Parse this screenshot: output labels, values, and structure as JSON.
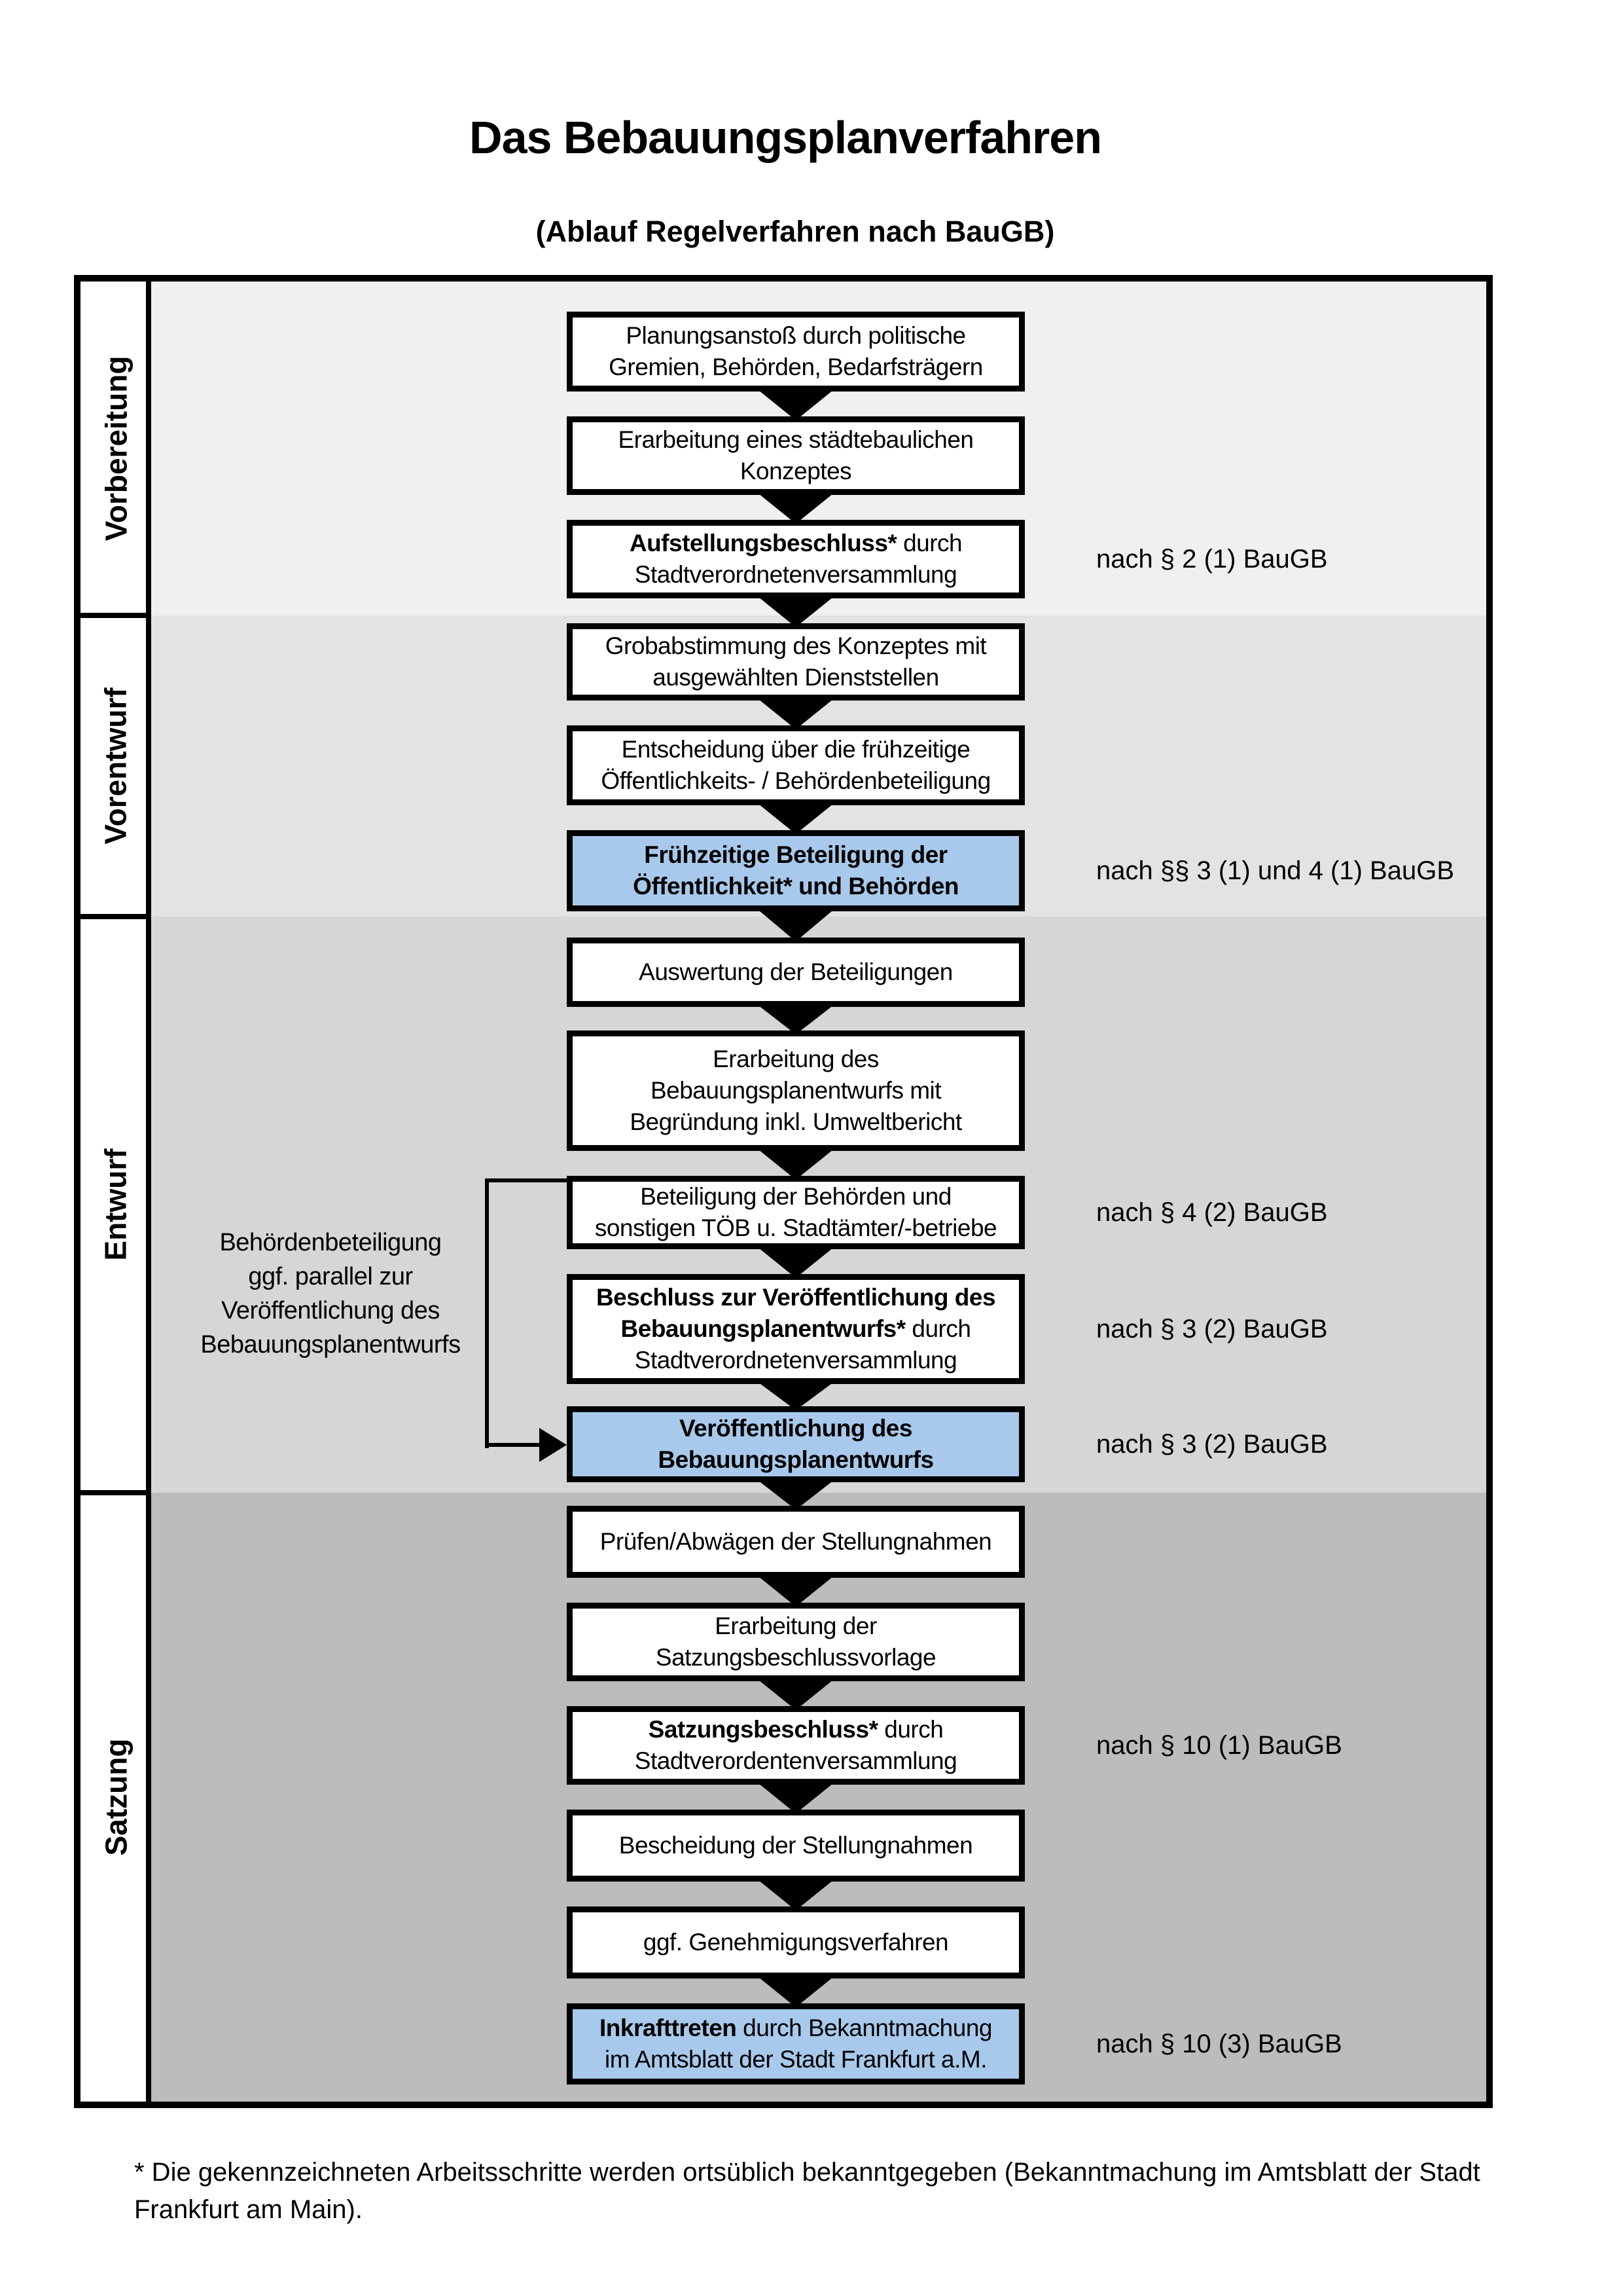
{
  "title": "Das Bebauungsplanverfahren",
  "subtitle": "(Ablauf Regelverfahren nach BauGB)",
  "colors": {
    "highlight_box": "#a8c9eb",
    "box_background": "#ffffff",
    "box_border": "#000000",
    "band_vorbereitung": "#f0f0f0",
    "band_vorentwurf": "#e3e3e3",
    "band_entwurf": "#d6d6d6",
    "band_satzung": "#bcbcbc"
  },
  "phases": [
    {
      "label": "Vorbereitung"
    },
    {
      "label": "Vorentwurf"
    },
    {
      "label": "Entwurf"
    },
    {
      "label": "Satzung"
    }
  ],
  "flow": {
    "boxes": [
      {
        "highlight": false,
        "ref": null,
        "lines": [
          [
            {
              "t": "Planungsanstoß durch politische",
              "b": false
            }
          ],
          [
            {
              "t": "Gremien, Behörden, Bedarfsträgern",
              "b": false
            }
          ]
        ]
      },
      {
        "highlight": false,
        "ref": null,
        "lines": [
          [
            {
              "t": "Erarbeitung eines städtebaulichen",
              "b": false
            }
          ],
          [
            {
              "t": "Konzeptes",
              "b": false
            }
          ]
        ]
      },
      {
        "highlight": false,
        "ref": "nach § 2 (1) BauGB",
        "lines": [
          [
            {
              "t": "Aufstellungsbeschluss*",
              "b": true
            },
            {
              "t": " durch",
              "b": false
            }
          ],
          [
            {
              "t": "Stadtverordnetenversammlung",
              "b": false
            }
          ]
        ]
      },
      {
        "highlight": false,
        "ref": null,
        "lines": [
          [
            {
              "t": "Grobabstimmung des Konzeptes mit",
              "b": false
            }
          ],
          [
            {
              "t": "ausgewählten Dienststellen",
              "b": false
            }
          ]
        ]
      },
      {
        "highlight": false,
        "ref": null,
        "lines": [
          [
            {
              "t": "Entscheidung über die frühzeitige",
              "b": false
            }
          ],
          [
            {
              "t": "Öffentlichkeits- / Behördenbeteiligung",
              "b": false
            }
          ]
        ]
      },
      {
        "highlight": true,
        "ref": "nach §§ 3 (1) und 4 (1) BauGB",
        "lines": [
          [
            {
              "t": "Frühzeitige Beteiligung der",
              "b": true
            }
          ],
          [
            {
              "t": "Öffentlichkeit* und Behörden",
              "b": true
            }
          ]
        ]
      },
      {
        "highlight": false,
        "ref": null,
        "lines": [
          [
            {
              "t": "Auswertung der Beteiligungen",
              "b": false
            }
          ]
        ]
      },
      {
        "highlight": false,
        "ref": null,
        "lines": [
          [
            {
              "t": "Erarbeitung des",
              "b": false
            }
          ],
          [
            {
              "t": "Bebauungsplanentwurfs mit",
              "b": false
            }
          ],
          [
            {
              "t": "Begründung inkl. Umweltbericht",
              "b": false
            }
          ]
        ]
      },
      {
        "highlight": false,
        "ref": "nach § 4 (2) BauGB",
        "lines": [
          [
            {
              "t": "Beteiligung der Behörden und",
              "b": false
            }
          ],
          [
            {
              "t": "sonstigen TÖB u. Stadtämter/-betriebe",
              "b": false
            }
          ]
        ]
      },
      {
        "highlight": false,
        "ref": "nach § 3 (2) BauGB",
        "lines": [
          [
            {
              "t": "Beschluss zur Veröffentlichung des",
              "b": true
            }
          ],
          [
            {
              "t": "Bebauungsplanentwurfs*",
              "b": true
            },
            {
              "t": " durch",
              "b": false
            }
          ],
          [
            {
              "t": "Stadtverordnetenversammlung",
              "b": false
            }
          ]
        ]
      },
      {
        "highlight": true,
        "ref": "nach § 3 (2) BauGB",
        "lines": [
          [
            {
              "t": "Veröffentlichung des",
              "b": true
            }
          ],
          [
            {
              "t": "Bebauungsplanentwurfs",
              "b": true
            }
          ]
        ]
      },
      {
        "highlight": false,
        "ref": null,
        "lines": [
          [
            {
              "t": "Prüfen/Abwägen der Stellungnahmen",
              "b": false
            }
          ]
        ]
      },
      {
        "highlight": false,
        "ref": null,
        "lines": [
          [
            {
              "t": "Erarbeitung der",
              "b": false
            }
          ],
          [
            {
              "t": "Satzungsbeschlussvorlage",
              "b": false
            }
          ]
        ]
      },
      {
        "highlight": false,
        "ref": "nach § 10 (1) BauGB",
        "lines": [
          [
            {
              "t": "Satzungsbeschluss*",
              "b": true
            },
            {
              "t": " durch",
              "b": false
            }
          ],
          [
            {
              "t": "Stadtverordentenversammlung",
              "b": false
            }
          ]
        ]
      },
      {
        "highlight": false,
        "ref": null,
        "lines": [
          [
            {
              "t": "Bescheidung der Stellungnahmen",
              "b": false
            }
          ]
        ]
      },
      {
        "highlight": false,
        "ref": null,
        "lines": [
          [
            {
              "t": "ggf. Genehmigungsverfahren",
              "b": false
            }
          ]
        ]
      },
      {
        "highlight": true,
        "ref": "nach § 10 (3) BauGB",
        "lines": [
          [
            {
              "t": "Inkrafttreten",
              "b": true
            },
            {
              "t": " durch Bekanntmachung",
              "b": false
            }
          ],
          [
            {
              "t": "im Amtsblatt der Stadt Frankfurt a.M.",
              "b": false
            }
          ]
        ]
      }
    ]
  },
  "side_note": {
    "lines": [
      "Behördenbeteiligung",
      "ggf. parallel zur",
      "Veröffentlichung des",
      "Bebauungsplanentwurfs"
    ]
  },
  "footnote": {
    "line1": "* Die gekennzeichneten Arbeitsschritte werden ortsüblich bekanntgegeben (Bekanntmachung im Amtsblatt  der Stadt",
    "line2": "Frankfurt am Main)."
  }
}
